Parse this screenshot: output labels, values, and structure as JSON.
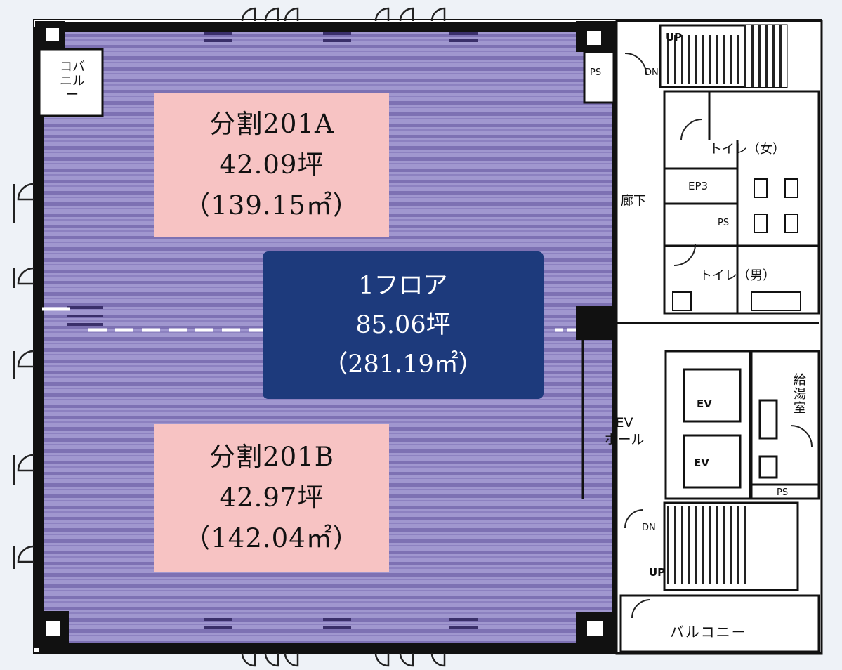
{
  "units": [
    {
      "name": "分割201A",
      "tsubo": "42.09坪",
      "area": "（139.15㎡）"
    },
    {
      "name": "分割201B",
      "tsubo": "42.97坪",
      "area": "（142.04㎡）"
    }
  ],
  "floor": {
    "name": "1フロア",
    "tsubo": "85.06坪",
    "area": "（281.19㎡）"
  },
  "rooms": {
    "balcony_top": "コバ\nニル\nー",
    "toilet_w": "トイレ（女）",
    "toilet_m": "トイレ（男）",
    "corridor": "廊下",
    "ep": "EP3",
    "ps": "PS",
    "ev": "EV",
    "ev_hall": "EV\nホール",
    "kyutoshitsu": "給\n湯\n室",
    "balcony_bottom": "バルコニー",
    "up": "UP",
    "dn": "DN"
  },
  "colors": {
    "office_fill": "#9a90c8",
    "office_stripe": "#7e72b4",
    "split_box": "#f7c3c3",
    "floor_box": "#1d3a7c",
    "wall": "#111111"
  }
}
